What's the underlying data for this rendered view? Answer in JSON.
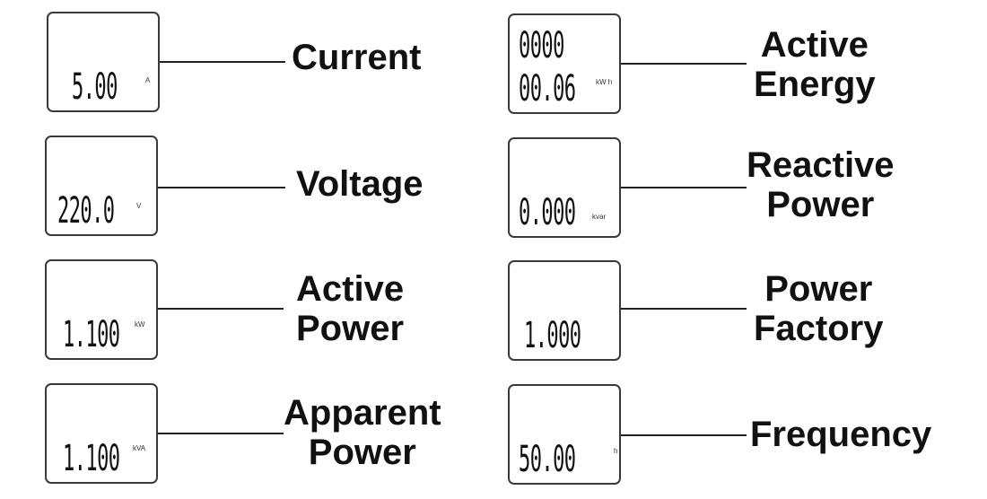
{
  "left": [
    {
      "reading": "5.00",
      "unit": "A",
      "label_1": "Current",
      "label_2": ""
    },
    {
      "reading": "220.0",
      "unit": "V",
      "label_1": "Voltage",
      "label_2": ""
    },
    {
      "reading": "1.100",
      "unit": "kW",
      "label_1": "Active",
      "label_2": "Power"
    },
    {
      "reading": "1.100",
      "unit": "kVA",
      "label_1": "Apparent",
      "label_2": "Power"
    }
  ],
  "right": [
    {
      "reading_top": "0000",
      "reading": "00.06",
      "unit": "kW h",
      "label_1": "Active",
      "label_2": "Energy"
    },
    {
      "reading": "0.000",
      "unit": "kvar",
      "label_1": "Reactive",
      "label_2": "Power"
    },
    {
      "reading": "1.000",
      "unit": "",
      "label_1": "Power",
      "label_2": "Factory"
    },
    {
      "reading": "50.00",
      "unit": "h",
      "label_1": "Frequency",
      "label_2": ""
    }
  ]
}
